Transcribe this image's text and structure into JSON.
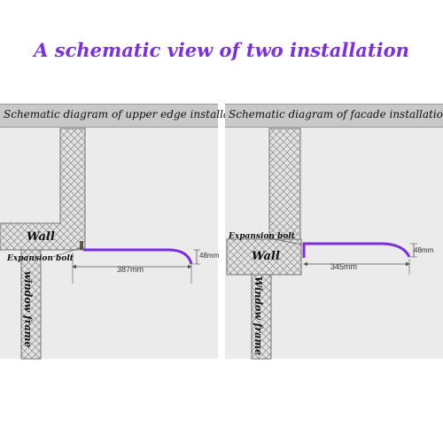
{
  "title": "A schematic view of two installation",
  "colors": {
    "title": "#7b2fe0",
    "profile": "#7a2ee0",
    "panel": "#ebebeb",
    "header": "#c8c8c8"
  },
  "left": {
    "header": "Schematic diagram of upper edge installation",
    "wall": "Wall",
    "bolt": "Expansion bolt",
    "frame": "window frame",
    "width_dim": "387mm",
    "height_dim": "48mm"
  },
  "right": {
    "header": "Schematic diagram of facade installation",
    "wall": "Wall",
    "bolt": "Expansion bolt",
    "frame": "Window frame",
    "width_dim": "345mm",
    "height_dim": "48mm"
  }
}
